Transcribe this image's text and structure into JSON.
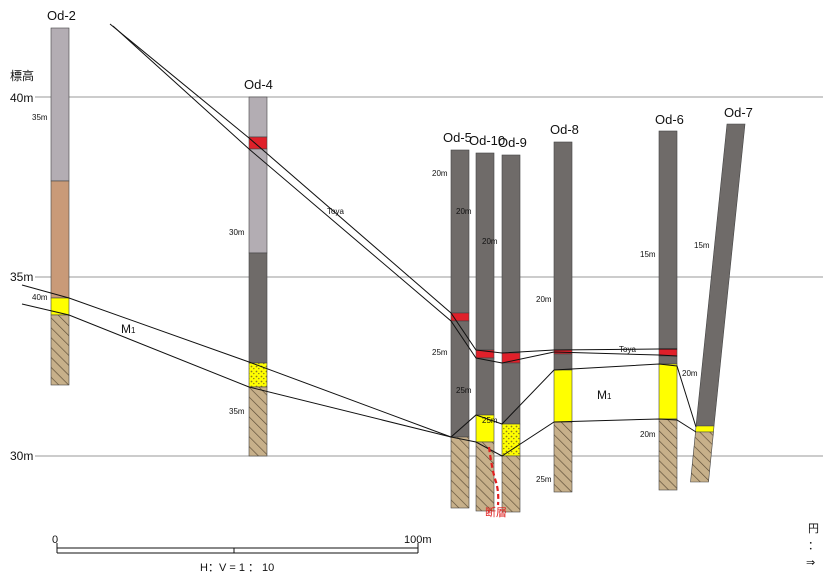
{
  "elevation_axis": {
    "title": "標高",
    "levels": [
      {
        "label": "40m"
      },
      {
        "label": "35m"
      },
      {
        "label": "30m"
      }
    ]
  },
  "boreholes": [
    {
      "name": "Od-2",
      "depth_labels": [
        "35m",
        "40m"
      ]
    },
    {
      "name": "Od-4",
      "depth_labels": [
        "30m",
        "35m"
      ]
    },
    {
      "name": "Od-5",
      "depth_labels": [
        "20m",
        "25m"
      ]
    },
    {
      "name": "Od-10",
      "depth_labels": [
        "20m",
        "25m"
      ]
    },
    {
      "name": "Od-9",
      "depth_labels": [
        "20m",
        "25m"
      ]
    },
    {
      "name": "Od-8",
      "depth_labels": [
        "20m",
        "25m"
      ]
    },
    {
      "name": "Od-6",
      "depth_labels": [
        "15m",
        "20m"
      ]
    },
    {
      "name": "Od-7",
      "depth_labels": [
        "15m",
        "20m"
      ]
    }
  ],
  "annotations": {
    "toya_left": "Toya",
    "toya_right": "Toya",
    "m1_left": "M",
    "m1_right": "M",
    "m1_sub": "1",
    "fault": "断層"
  },
  "scale_bar": {
    "start_label": "0",
    "end_label": "100m",
    "ratio": "H：V = 1 ： 10"
  },
  "legend_fragment": {
    "line1": "円",
    "line2": "：",
    "line3": "⇒"
  },
  "colors": {
    "gray_fill": "#6f6b69",
    "light_gray_fill": "#b3adb3",
    "brown_fill": "#c99a78",
    "yellow_fill": "#ffff00",
    "red_fill": "#e0202a",
    "hatch_fill": "#c7b08a",
    "fault_color": "#e02020"
  }
}
